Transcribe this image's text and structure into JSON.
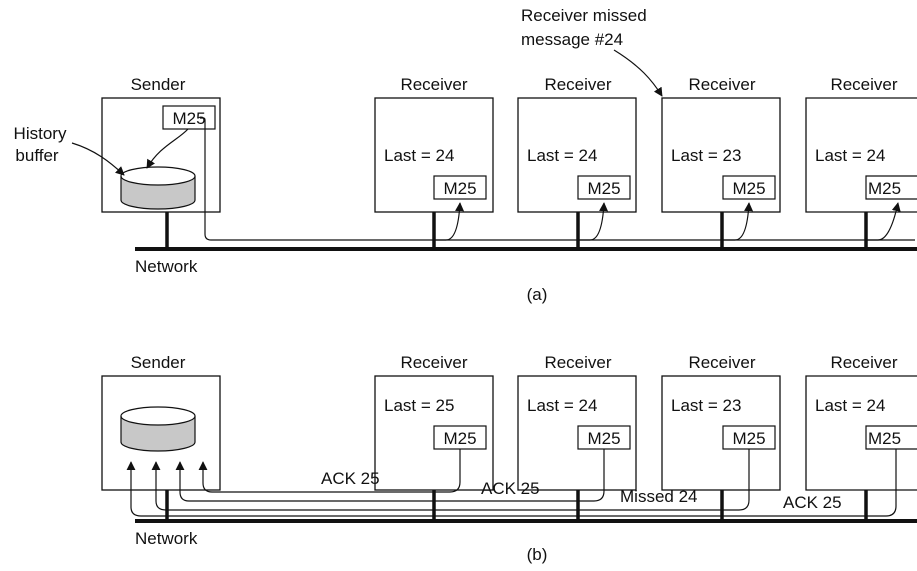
{
  "colors": {
    "ink": "#111111",
    "disk": "#c8c8c8",
    "paper": "#ffffff"
  },
  "panel_a": {
    "caption": "(a)",
    "network_label": "Network",
    "sender": {
      "title": "Sender",
      "message": "M25"
    },
    "history_label_line1": "History",
    "history_label_line2": "buffer",
    "annotation_line1": "Receiver missed",
    "annotation_line2": "message #24",
    "receivers": [
      {
        "title": "Receiver",
        "last": "Last = 24",
        "message": "M25"
      },
      {
        "title": "Receiver",
        "last": "Last = 24",
        "message": "M25"
      },
      {
        "title": "Receiver",
        "last": "Last = 23",
        "message": "M25"
      },
      {
        "title": "Receiver",
        "last": "Last = 24",
        "message": "M25"
      }
    ]
  },
  "panel_b": {
    "caption": "(b)",
    "network_label": "Network",
    "sender": {
      "title": "Sender"
    },
    "receivers": [
      {
        "title": "Receiver",
        "last": "Last = 25",
        "message": "M25",
        "reply": "ACK 25"
      },
      {
        "title": "Receiver",
        "last": "Last = 24",
        "message": "M25",
        "reply": "ACK 25"
      },
      {
        "title": "Receiver",
        "last": "Last = 23",
        "message": "M25",
        "reply": "Missed 24"
      },
      {
        "title": "Receiver",
        "last": "Last = 24",
        "message": "M25",
        "reply": "ACK 25"
      }
    ]
  }
}
